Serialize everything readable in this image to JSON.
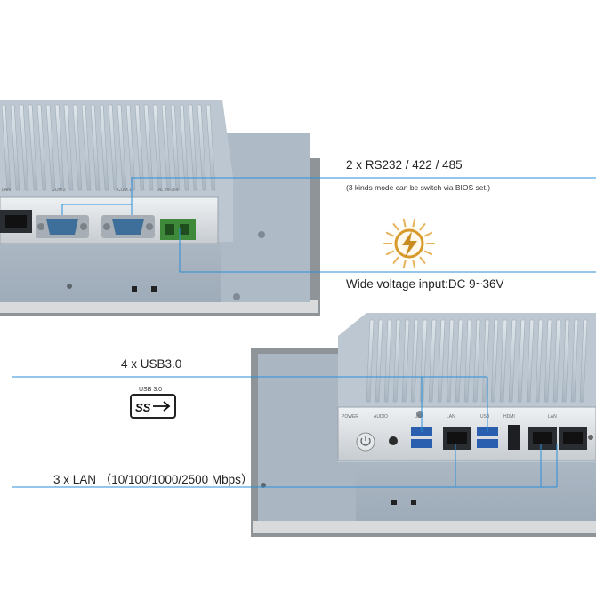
{
  "callouts": {
    "serial": {
      "title": "2 x RS232 / 422 / 485",
      "note": "(3 kinds mode can be switch via BIOS set.)"
    },
    "power": {
      "title": "Wide voltage input:DC 9~36V"
    },
    "usb": {
      "title": "4 x USB3.0",
      "logo_top": "USB 3.0",
      "logo_mark": "SS"
    },
    "lan": {
      "title": "3 x LAN （10/100/1000/2500 Mbps）"
    }
  },
  "top_device_labels": {
    "com2": "COM 2",
    "com1": "COM 1",
    "dc": "DC 9V-36V",
    "lan": "LAN"
  },
  "bottom_device_labels": {
    "power": "POWER",
    "audio": "AUDIO",
    "usb1": "USB",
    "lan1": "LAN",
    "usb2": "USB",
    "hdmi": "HDMI",
    "lan2": "LAN"
  },
  "colors": {
    "accent_line": "#2a8fd8",
    "heatsink": "#c9d3dc",
    "chassis": "#b6c3cf",
    "bezel": "#8a9096",
    "port_blue": "#3d6f9a",
    "power_green": "#3f8a3a",
    "bolt_gold": "#d89a2a"
  }
}
